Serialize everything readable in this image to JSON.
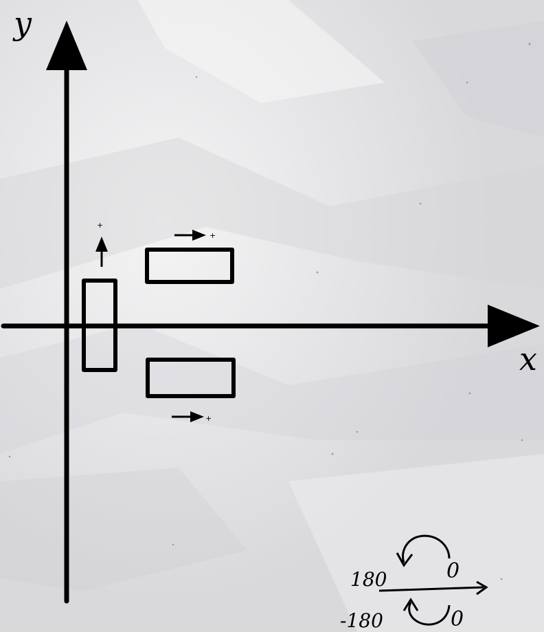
{
  "axes": {
    "x_label": "x",
    "y_label": "y"
  },
  "plus_signs": {
    "vertical": "+",
    "upper": "+",
    "lower": "+"
  },
  "angle_note": {
    "top_left": "180",
    "top_right": "0",
    "bottom_left": "-180",
    "bottom_right": "0"
  },
  "colors": {
    "ink": "#000000",
    "paper": "#e9e9eb"
  }
}
